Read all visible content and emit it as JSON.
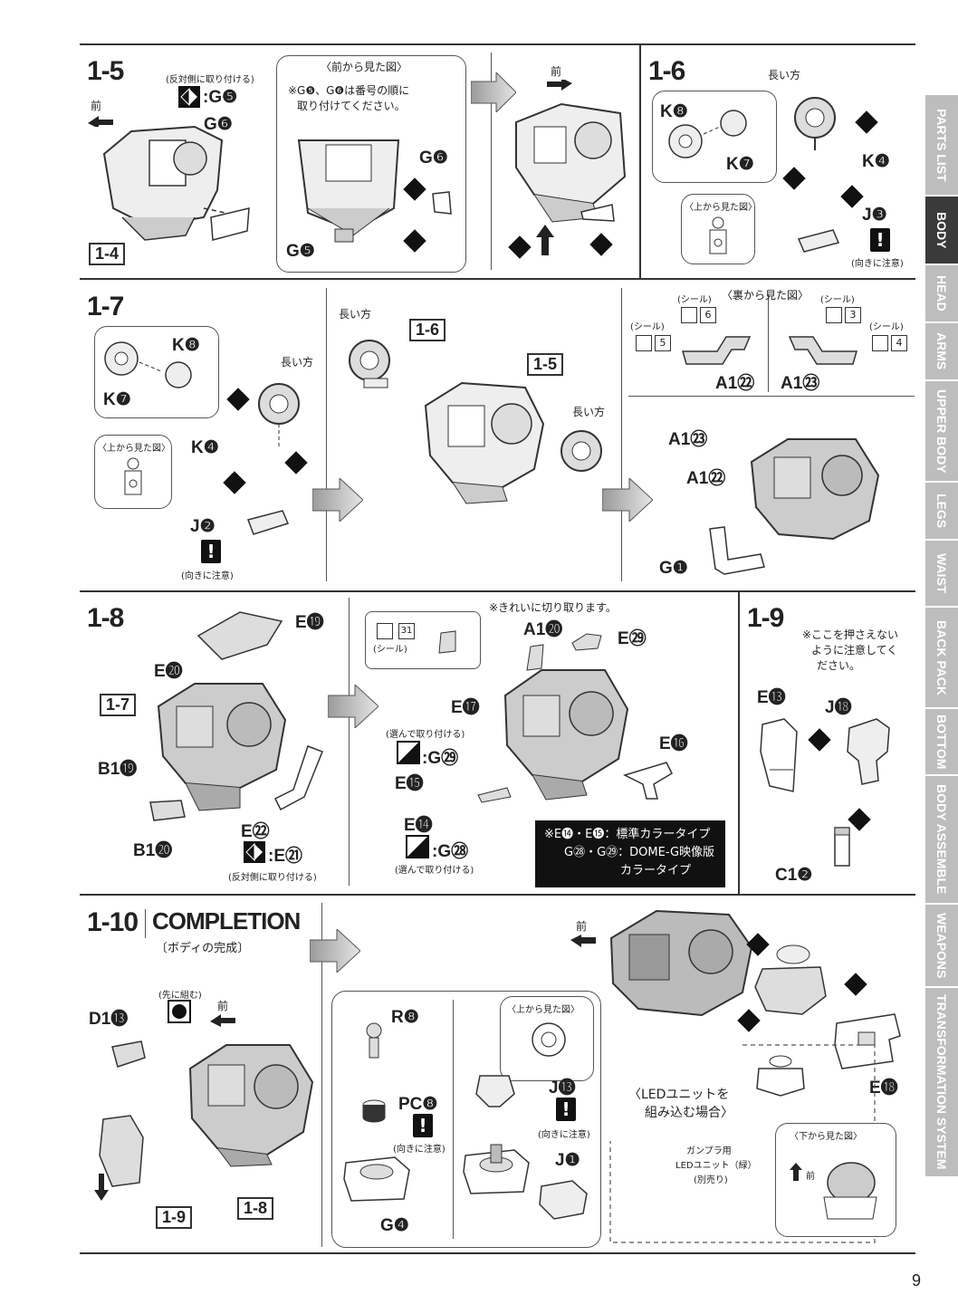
{
  "page_number": "9",
  "side_tabs": [
    {
      "label": "PARTS LIST",
      "active": false
    },
    {
      "label": "BODY",
      "active": true
    },
    {
      "label": "HEAD",
      "active": false
    },
    {
      "label": "ARMS",
      "active": false
    },
    {
      "label": "UPPER BODY",
      "active": false
    },
    {
      "label": "LEGS",
      "active": false
    },
    {
      "label": "WAIST",
      "active": false
    },
    {
      "label": "BACK PACK",
      "active": false
    },
    {
      "label": "BOTTOM",
      "active": false
    },
    {
      "label": "BODY ASSEMBLE",
      "active": false
    },
    {
      "label": "WEAPONS",
      "active": false
    },
    {
      "label": "TRANSFORMATION SYSTEM",
      "active": false
    }
  ],
  "steps": {
    "s1_5": {
      "num": "1-5",
      "opposite_note": "(反対側に取り付ける)",
      "opposite_part": ":G❺",
      "front": "前",
      "part_g6": "G❻",
      "ref": "1-4",
      "front_view_title": "〈前から見た図〉",
      "front_view_note_1": "※G❺、G❻は番号の順に",
      "front_view_note_2": "取り付けてください。",
      "fv_g6": "G❻",
      "fv_g5": "G❺",
      "front2": "前"
    },
    "s1_6": {
      "num": "1-6",
      "long_side": "長い方",
      "k8": "K❽",
      "k7": "K❼",
      "k4": "K❹",
      "j3": "J❸",
      "top_view": "〈上から見た図〉",
      "caution": "(向きに注意)"
    },
    "s1_7": {
      "num": "1-7",
      "k8": "K❽",
      "k7": "K❼",
      "long_side": "長い方",
      "k4": "K❹",
      "top_view": "〈上から見た図〉",
      "j2": "J❷",
      "caution": "(向きに注意)",
      "long_side2": "長い方",
      "ref16": "1-6",
      "ref15": "1-5",
      "long_side3": "長い方",
      "seal1": "(シール)",
      "back_view": "〈裏から見た図〉",
      "seal2": "(シール)",
      "seal3": "(シール)",
      "seal4": "(シール)",
      "sticker6": "6",
      "sticker3": "3",
      "sticker5": "5",
      "sticker4": "4",
      "a122": "A1㉒",
      "a123": "A1㉓",
      "a123b": "A1㉓",
      "a122b": "A1㉒",
      "g1": "G❶"
    },
    "s1_8": {
      "num": "1-8",
      "e19": "E⓳",
      "e20": "E⓴",
      "ref17": "1-7",
      "b119": "B1⓳",
      "b120": "B1⓴",
      "e22": "E㉒",
      "e21": ":E㉑",
      "opposite": "(反対側に取り付ける)",
      "cut_note": "※きれいに切り取ります。",
      "a120": "A1⓴",
      "e29": "E㉙",
      "sticker31": "31",
      "seal": "(シール)",
      "e17": "E⓱",
      "choose1": "(選んで取り付ける)",
      "g29": ":G㉙",
      "e15": "E⓯",
      "e16": "E⓰",
      "e14": "E⓮",
      "g28": ":G㉘",
      "choose2": "(選んで取り付ける)",
      "box_line1": "※E⓮・E⓯：標準カラータイプ",
      "box_line2": "G㉘・G㉙：DOME-G映像版",
      "box_line3": "カラータイプ"
    },
    "s1_9": {
      "num": "1-9",
      "note1": "※ここを押さえない",
      "note2": "ように注意してく",
      "note3": "ださい。",
      "e13": "E⓭",
      "j18": "J⓲",
      "c12": "C1❷"
    },
    "s1_10": {
      "num": "1-10",
      "completion": "COMPLETION",
      "completion_sub": "〔ボディの完成〕",
      "pre_assemble": "(先に組む)",
      "d113": "D1⓭",
      "front": "前",
      "ref19": "1-9",
      "ref18": "1-8",
      "r8": "R❽",
      "pc8": "PC❽",
      "caution1": "(向きに注意)",
      "g4": "G❹",
      "top_view": "〈上から見た図〉",
      "j13": "J⓭",
      "caution2": "(向きに注意)",
      "j1": "J❶",
      "front2": "前",
      "e18": "E⓲",
      "led_1": "〈LEDユニットを",
      "led_2": "組み込む場合〉",
      "led_unit_1": "ガンプラ用",
      "led_unit_2": "LEDユニット（緑）",
      "led_unit_3": "(別売り)",
      "bottom_view": "〈下から見た図〉",
      "front3": "前"
    }
  }
}
